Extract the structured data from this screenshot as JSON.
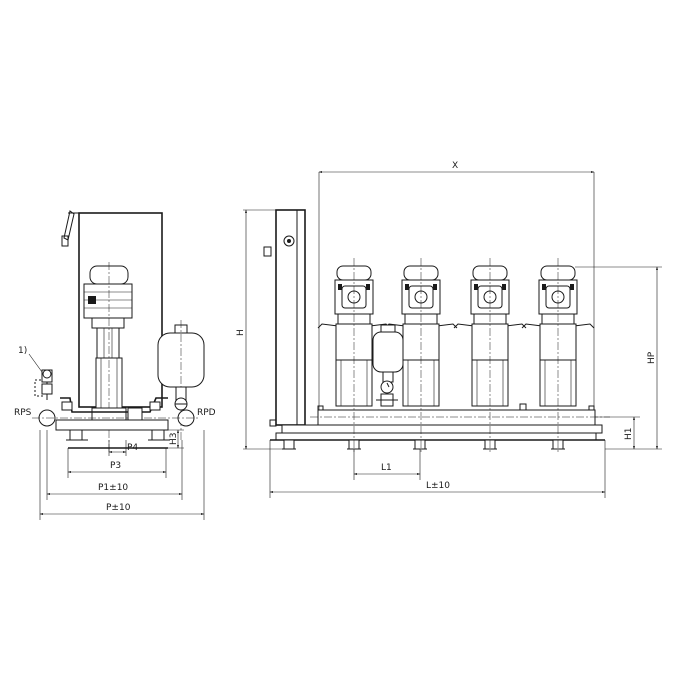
{
  "labels": {
    "note_1": "1)",
    "rps": "RPS",
    "rpd": "RPD",
    "h3": "H3",
    "p4": "P4",
    "p3": "P3",
    "p1": "P1±10",
    "p": "P±10",
    "x": "X",
    "h": "H",
    "hp": "HP",
    "h1": "H1",
    "l1": "L1",
    "l": "L±10"
  },
  "pump_count": 4
}
